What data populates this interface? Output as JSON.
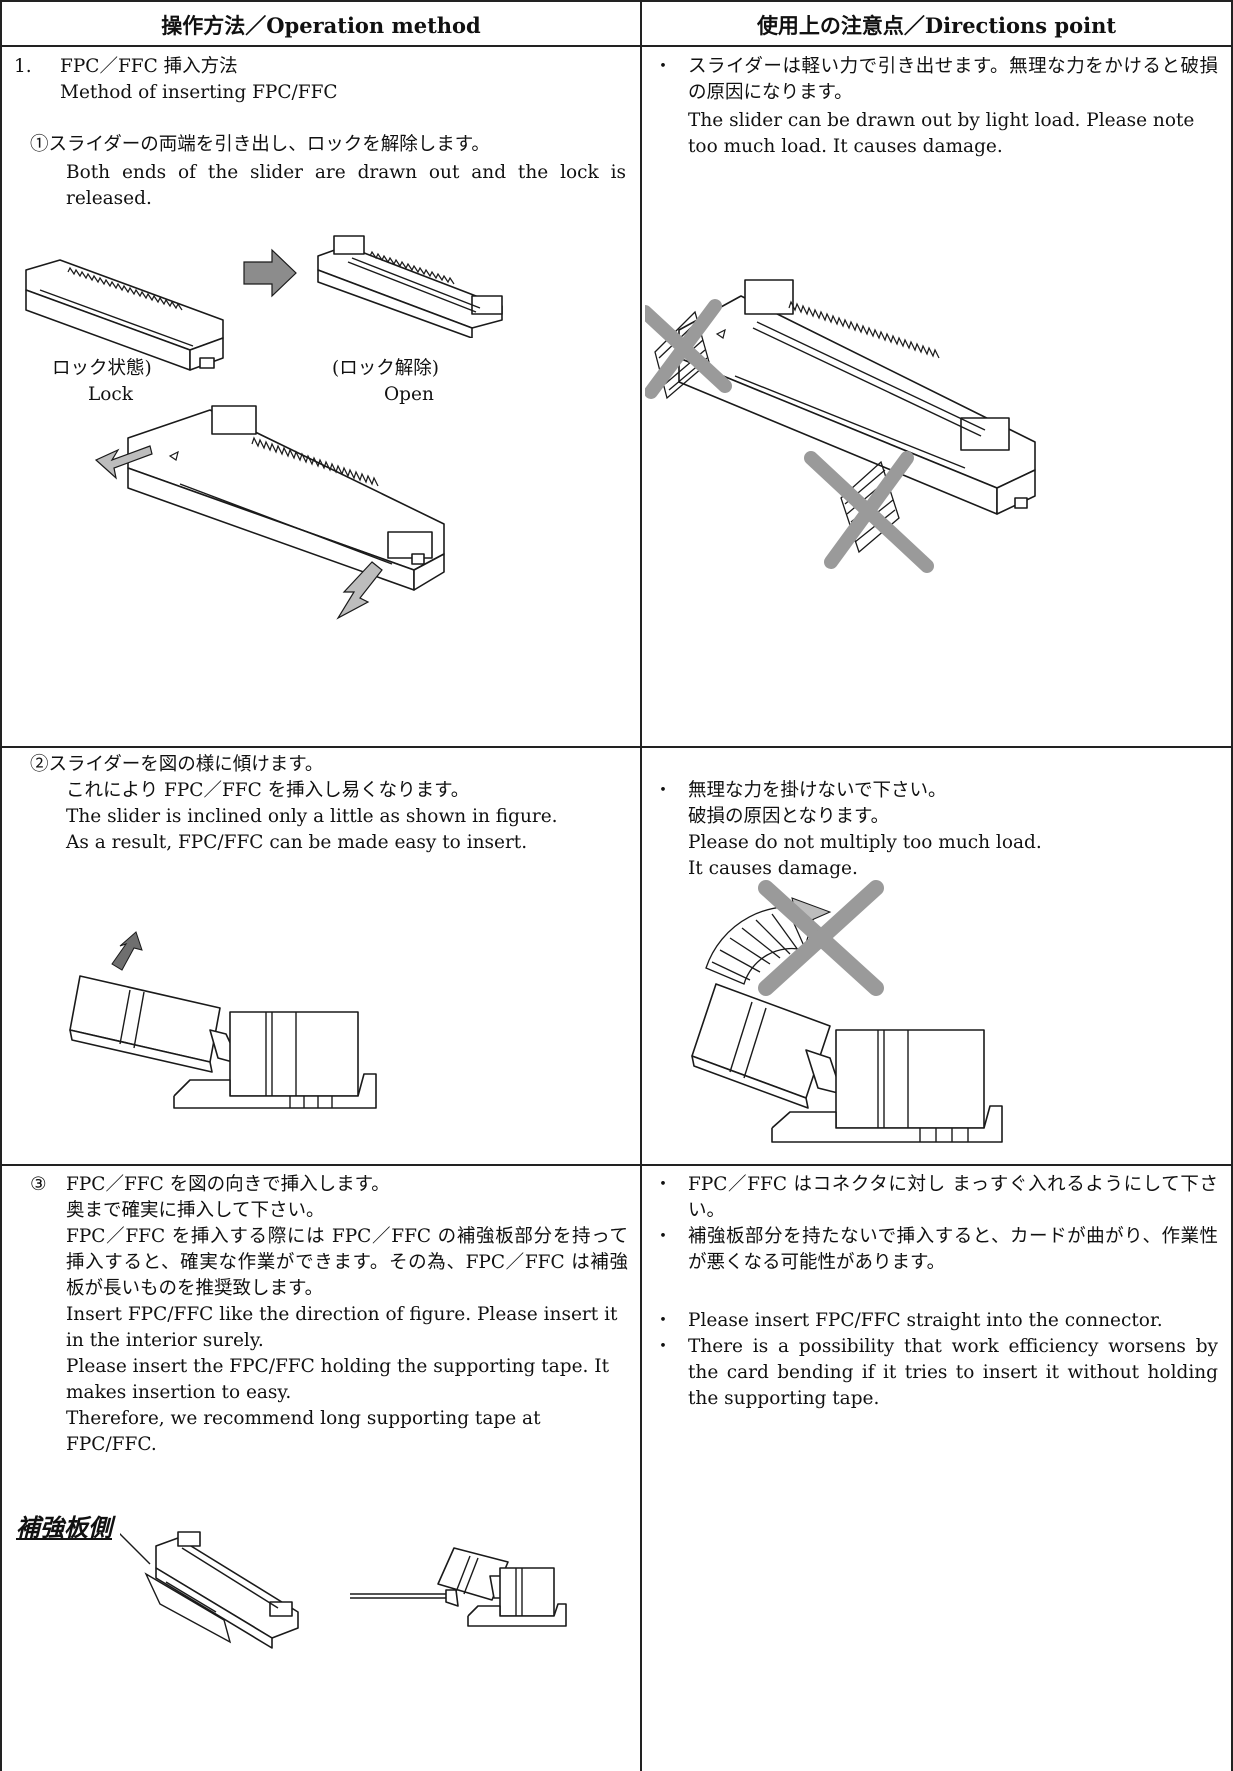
{
  "colors": {
    "border": "#222222",
    "gray_arrow": "#8c8c8c",
    "light_arrow": "#bdbdbd",
    "cross": "#9a9a9a"
  },
  "header": {
    "left": "操作方法／Operation method",
    "right": "使用上の注意点／Directions point"
  },
  "row1": {
    "left": {
      "num": "1.",
      "title_jp": "FPC／FFC 挿入方法",
      "title_en": "Method of inserting FPC/FFC",
      "step_jp": "①スライダーの両端を引き出し、ロックを解除します。",
      "step_en": "Both ends of the slider are drawn out and the lock is released.",
      "label_lock_jp": "ロック状態)",
      "label_lock_en": "Lock",
      "label_open_jp": "(ロック解除)",
      "label_open_en": "Open"
    },
    "right": {
      "bullet": "・",
      "jp": "スライダーは軽い力で引き出せます。無理な力をかけると破損の原因になります。",
      "en": "The slider can be drawn out by light load. Please note too much load. It causes damage."
    }
  },
  "row2": {
    "left": {
      "step_jp": "②スライダーを図の様に傾けます。",
      "lines": [
        "これにより FPC／FFC を挿入し易くなります。",
        "The slider is inclined only a little as shown in figure.",
        "As a result, FPC/FFC can be made easy to insert."
      ]
    },
    "right": {
      "bullet": "・",
      "lines": [
        "無理な力を掛けないで下さい。",
        "破損の原因となります。",
        "Please do not multiply too much load.",
        "It causes damage."
      ]
    }
  },
  "row3": {
    "left": {
      "num": "③",
      "line1": "FPC／FFC を図の向きで挿入します。",
      "line2": "奥まで確実に挿入して下さい。",
      "jp_para": "FPC／FFC を挿入する際には FPC／FFC の補強板部分を持って挿入すると、確実な作業ができます。その為、FPC／FFC は補強板が長いものを推奨致します。",
      "en_para1": "Insert FPC/FFC like the direction of figure. Please insert it in the interior surely.",
      "en_para2": "Please insert the FPC/FFC holding the supporting tape. It makes insertion to easy.",
      "en_para3": "Therefore, we recommend long supporting tape at FPC/FFC.",
      "side_label": "補強板側"
    },
    "right": {
      "bullet": "・",
      "jp1": "FPC／FFC はコネクタに対し まっすぐ入れるようにして下さい。",
      "jp2": "補強板部分を持たないで挿入すると、カードが曲がり、作業性が悪くなる可能性があります。",
      "en1": "Please insert FPC/FFC straight into the connector.",
      "en2": "There is a possibility that work efficiency worsens by the card bending if it tries to insert it without holding the supporting tape."
    }
  }
}
